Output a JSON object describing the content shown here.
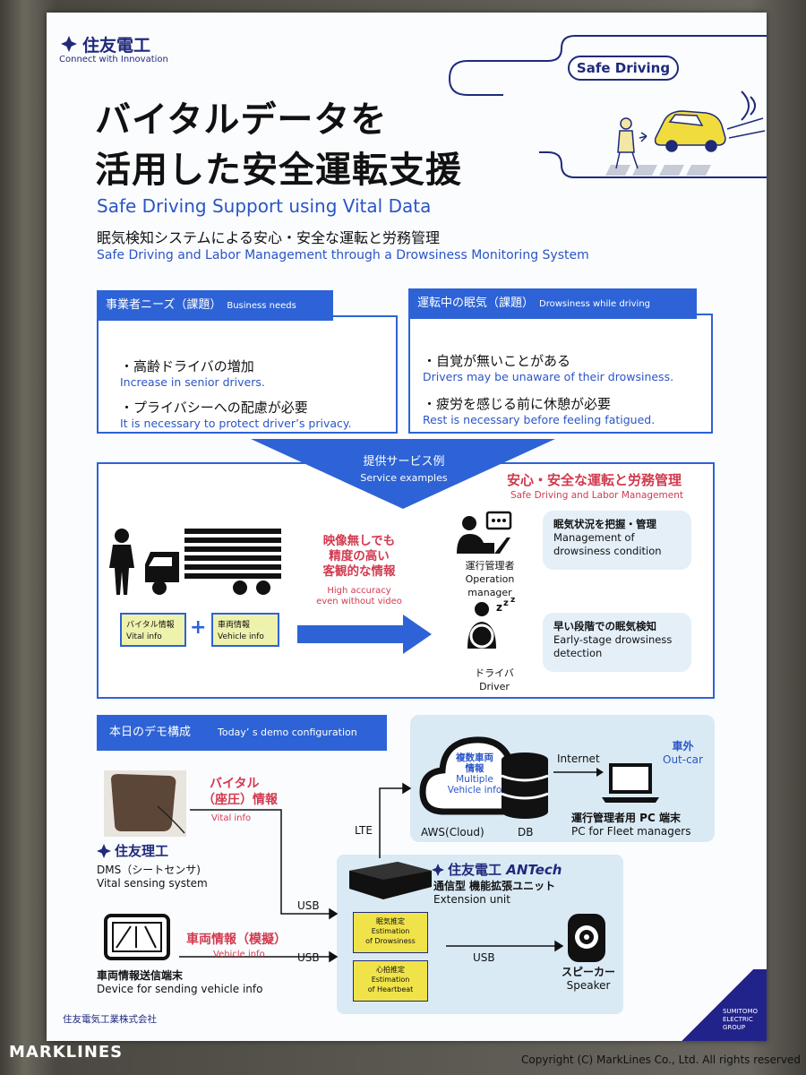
{
  "header": {
    "logo_name": "住友電工",
    "logo_tagline": "Connect with Innovation",
    "title_jp_line1": "バイタルデータを",
    "title_jp_line2": "活用した安全運転支援",
    "title_en": "Safe Driving Support using Vital Data",
    "subtitle_jp": "眠気検知システムによる安心・安全な運転と労務管理",
    "subtitle_en": "Safe Driving and Labor Management through a Drowsiness Monitoring System",
    "safe_driving_badge": "Safe Driving"
  },
  "business_needs": {
    "tab_jp": "事業者ニーズ（課題）",
    "tab_en": "Business needs",
    "items": [
      {
        "jp": "・高齢ドライバの増加",
        "en": "Increase in senior drivers."
      },
      {
        "jp": "・プライバシーへの配慮が必要",
        "en": "It is necessary to protect driver’s privacy."
      }
    ]
  },
  "drowsiness_needs": {
    "tab_jp": "運転中の眠気（課題）",
    "tab_en": "Drowsiness while driving",
    "items": [
      {
        "jp": "・自覚が無いことがある",
        "en": "Drivers may be unaware of their drowsiness."
      },
      {
        "jp": "・疲労を感じる前に休憩が必要",
        "en": "Rest is necessary before feeling fatigued."
      }
    ]
  },
  "service": {
    "arrow_jp": "提供サービス例",
    "arrow_en": "Service examples",
    "headline_jp": "安心・安全な運転と労務管理",
    "headline_en": "Safe Driving and Labor Management",
    "no_video_jp_1": "映像無しでも",
    "no_video_jp_2": "精度の高い",
    "no_video_jp_3": "客観的な情報",
    "no_video_en_1": "High accuracy",
    "no_video_en_2": "even without video",
    "vital_chip_jp": "バイタル情報",
    "vital_chip_en": "Vital info",
    "plus": "+",
    "vehicle_chip_jp": "車両情報",
    "vehicle_chip_en": "Vehicle info",
    "manager_jp": "運行管理者",
    "manager_en": "Operation manager",
    "driver_jp": "ドライバ",
    "driver_en": "Driver",
    "manager_bubble_jp": "眠気状況を把握・管理",
    "manager_bubble_en_1": "Management of",
    "manager_bubble_en_2": "drowsiness condition",
    "driver_bubble_jp": "早い段階での眠気検知",
    "driver_bubble_en_1": "Early-stage drowsiness",
    "driver_bubble_en_2": "detection"
  },
  "demo": {
    "tab_jp": "本日のデモ構成",
    "tab_en": "Today’ s demo configuration",
    "cloud_jp_1": "複数車両",
    "cloud_jp_2": "情報",
    "cloud_en_1": "Multiple",
    "cloud_en_2": "Vehicle  info",
    "aws": "AWS(Cloud)",
    "db": "DB",
    "internet": "Internet",
    "outcar_jp": "車外",
    "outcar_en": "Out-car",
    "pc_jp": "運行管理者用 PC 端末",
    "pc_en": "PC for Fleet managers",
    "vital_jp_1": "バイタル",
    "vital_jp_2": "（座圧）情報",
    "vital_en": "Vital info",
    "riko_logo": "住友理工",
    "dms_jp": "DMS（シートセンサ)",
    "dms_en": "Vital sensing system",
    "lte": "LTE",
    "usb1": "USB",
    "usb2": "USB",
    "usb3": "USB",
    "antech_logo_1": "住友電工",
    "antech_logo_2": "ANTech",
    "ext_jp": "通信型 機能拡張ユニット",
    "ext_en": "Extension unit",
    "est1_jp": "眠気推定",
    "est1_en_1": "Estimation",
    "est1_en_2": "of Drowsiness",
    "est2_jp": "心拍推定",
    "est2_en_1": "Estimation",
    "est2_en_2": "of Heartbeat",
    "vehicle_info_jp": "車両情報（模擬）",
    "vehicle_info_en": "Vehicle info",
    "device_jp": "車両情報送信端末",
    "device_en": "Device for sending vehicle info",
    "speaker_jp": "スピーカー",
    "speaker_en": "Speaker"
  },
  "footer": {
    "company": "住友電気工業株式会社",
    "group_1": "SUMITOMO",
    "group_2": "ELECTRIC",
    "group_3": "GROUP",
    "watermark": "MARKLINES",
    "copyright": "Copyright (C) MarkLines Co., Ltd. All rights reserved"
  },
  "colors": {
    "accent_blue": "#2d63d6",
    "navy": "#1f2a7c",
    "red": "#d23a4f",
    "chip_yellow": "#eef2ac",
    "panel_blue": "#d9eaf5"
  }
}
